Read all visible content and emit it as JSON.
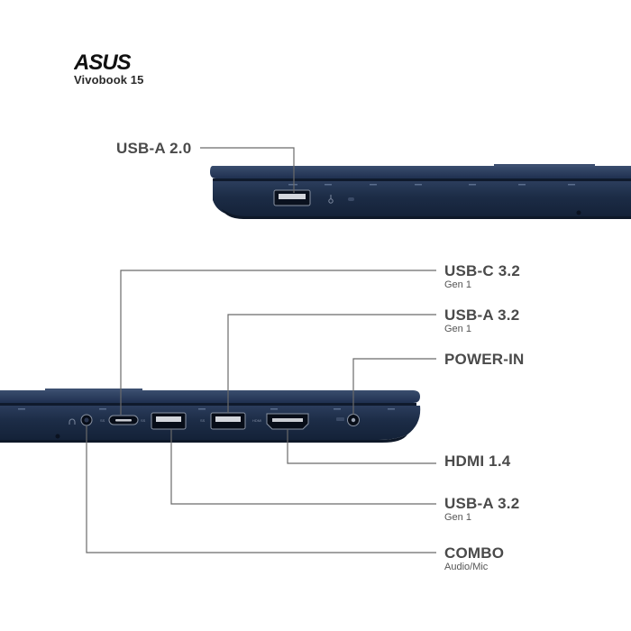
{
  "brand": {
    "logo_text": "ASUS",
    "model": "Vivobook 15"
  },
  "ports": {
    "usb_a_20": {
      "main": "USB-A 2.0"
    },
    "usb_c_32": {
      "main": "USB-C 3.2",
      "sub": "Gen 1"
    },
    "usb_a_32_top": {
      "main": "USB-A 3.2",
      "sub": "Gen 1"
    },
    "power_in": {
      "main": "POWER-IN"
    },
    "hdmi": {
      "main": "HDMI 1.4"
    },
    "usb_a_32_bottom": {
      "main": "USB-A 3.2",
      "sub": "Gen 1"
    },
    "combo": {
      "main": "COMBO",
      "sub": "Audio/Mic"
    }
  },
  "colors": {
    "laptop_body": "#1c2c46",
    "laptop_dark": "#0f1a2c",
    "port_metal": "#c9ccd2",
    "callout_line": "#6a6a6a",
    "label_text": "#4a4a4a"
  },
  "icons": [
    "headphone-icon",
    "usb-icon",
    "hdmi-icon",
    "power-icon"
  ]
}
